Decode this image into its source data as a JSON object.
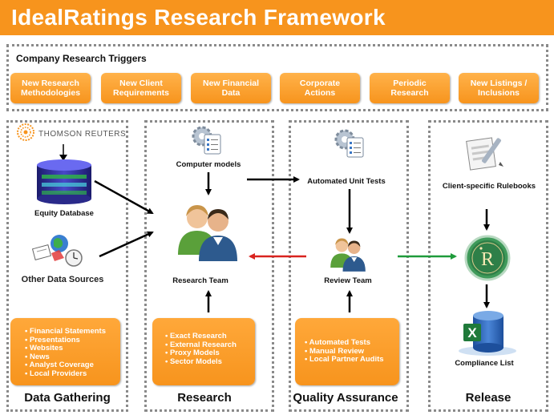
{
  "title": "IdealRatings Research Framework",
  "triggers": {
    "title": "Company Research Triggers",
    "items": [
      {
        "line1": "New Research",
        "line2": "Methodologies"
      },
      {
        "line1": "New Client",
        "line2": "Requirements"
      },
      {
        "line1": "New Financial",
        "line2": "Data"
      },
      {
        "line1": "Corporate",
        "line2": "Actions"
      },
      {
        "line1": "Periodic",
        "line2": "Research"
      },
      {
        "line1": "New Listings /",
        "line2": "Inclusions"
      }
    ]
  },
  "data_gathering": {
    "provider_logo_text": "THOMSON REUTERS",
    "equity_database": "Equity Database",
    "other_sources": "Other Data Sources",
    "list": [
      "Financial Statements",
      "Presentations",
      "Websites",
      "News",
      "Analyst Coverage",
      "Local Providers"
    ],
    "footer": "Data Gathering"
  },
  "research": {
    "computer_models": "Computer models",
    "team": "Research Team",
    "list": [
      "Exact Research",
      "External Research",
      "Proxy Models",
      "Sector Models"
    ],
    "footer": "Research"
  },
  "qa": {
    "unit_tests": "Automated Unit Tests",
    "team": "Review Team",
    "list": [
      "Automated Tests",
      "Manual Review",
      "Local Partner Audits"
    ],
    "footer": "Quality Assurance"
  },
  "release": {
    "rulebooks": "Client-specific Rulebooks",
    "compliance": "Compliance List",
    "logo_letter": "R",
    "footer": "Release"
  },
  "colors": {
    "orange": "#f7941d",
    "forward_arrow": "#000000",
    "feedback_arrow": "#d9231f",
    "release_arrow": "#1e9b3a"
  }
}
